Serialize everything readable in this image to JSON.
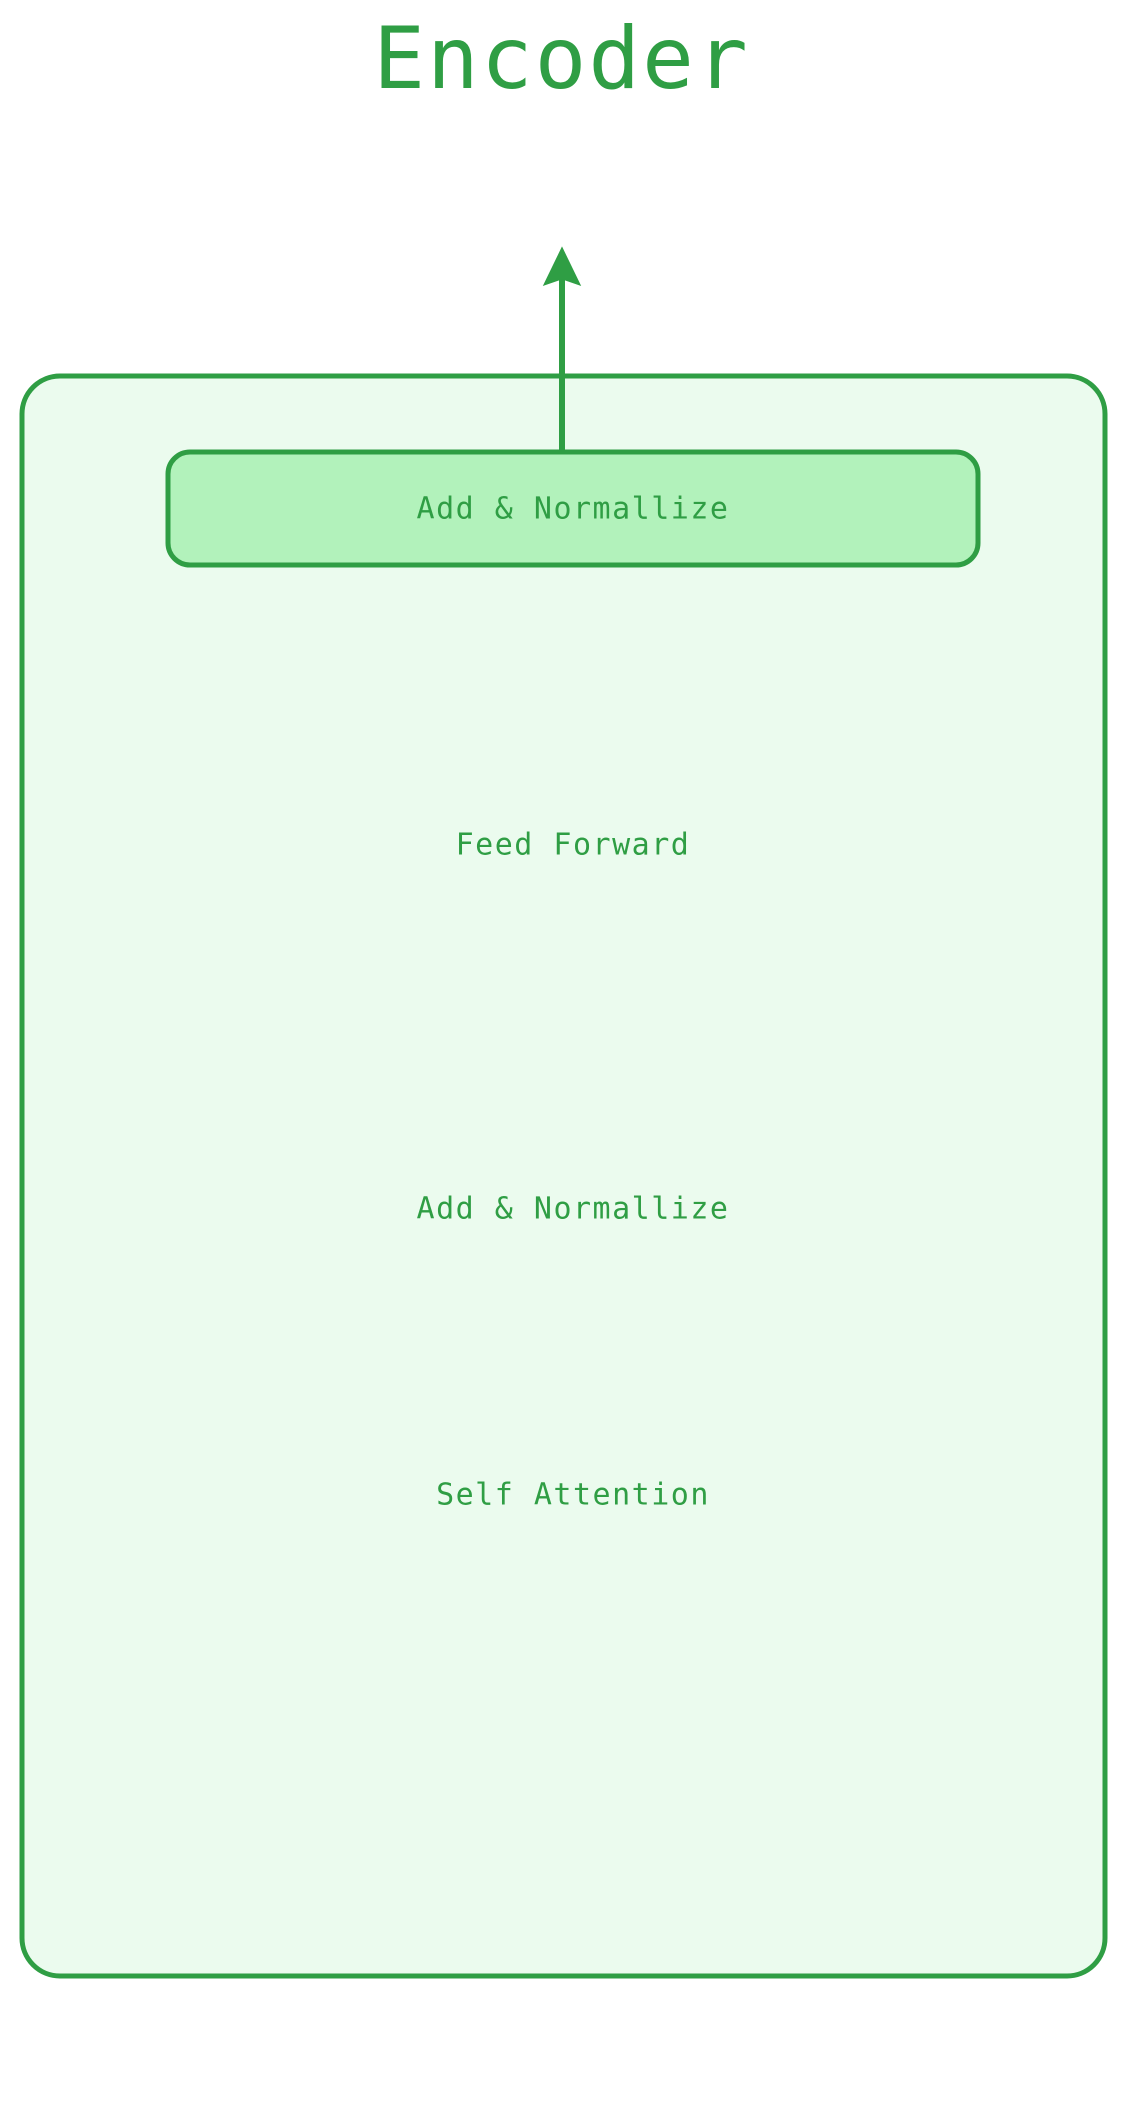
{
  "diagram": {
    "type": "flowchart",
    "title": "Encoder",
    "colors": {
      "stroke": "#2f9e44",
      "node_fill": "#b2f2bb",
      "container_fill": "#ebfbee",
      "text": "#2f9e44",
      "page_background": "#ffffff"
    },
    "container": {
      "name": "encoder-block",
      "label": ""
    },
    "nodes": [
      {
        "id": "addnorm_top",
        "label": "Add & Normallize",
        "shape": "rounded-rect"
      },
      {
        "id": "feed_forward",
        "label": "Feed Forward",
        "shape": "rounded-rect"
      },
      {
        "id": "addnorm_bottom",
        "label": "Add & Normallize",
        "shape": "rounded-rect"
      },
      {
        "id": "self_attention",
        "label": "Self Attention",
        "shape": "rounded-rect"
      },
      {
        "id": "input_node",
        "label": "",
        "shape": "circle"
      }
    ],
    "edges": [
      {
        "from": "input_external",
        "to": "input_node",
        "style": "solid",
        "label": ""
      },
      {
        "from": "input_node",
        "to": "self_attention",
        "style": "solid",
        "label": "",
        "fanout": 3
      },
      {
        "from": "input_node",
        "to": "addnorm_bottom",
        "style": "dashed",
        "label": ""
      },
      {
        "from": "self_attention",
        "to": "addnorm_bottom",
        "style": "solid",
        "label": ""
      },
      {
        "from": "addnorm_bottom",
        "to": "feed_forward",
        "style": "solid",
        "label": ""
      },
      {
        "from": "addnorm_bottom",
        "to": "addnorm_top",
        "style": "dashed",
        "label": ""
      },
      {
        "from": "feed_forward",
        "to": "addnorm_top",
        "style": "solid",
        "label": ""
      },
      {
        "from": "addnorm_top",
        "to": "output_external",
        "style": "solid",
        "label": ""
      }
    ]
  }
}
